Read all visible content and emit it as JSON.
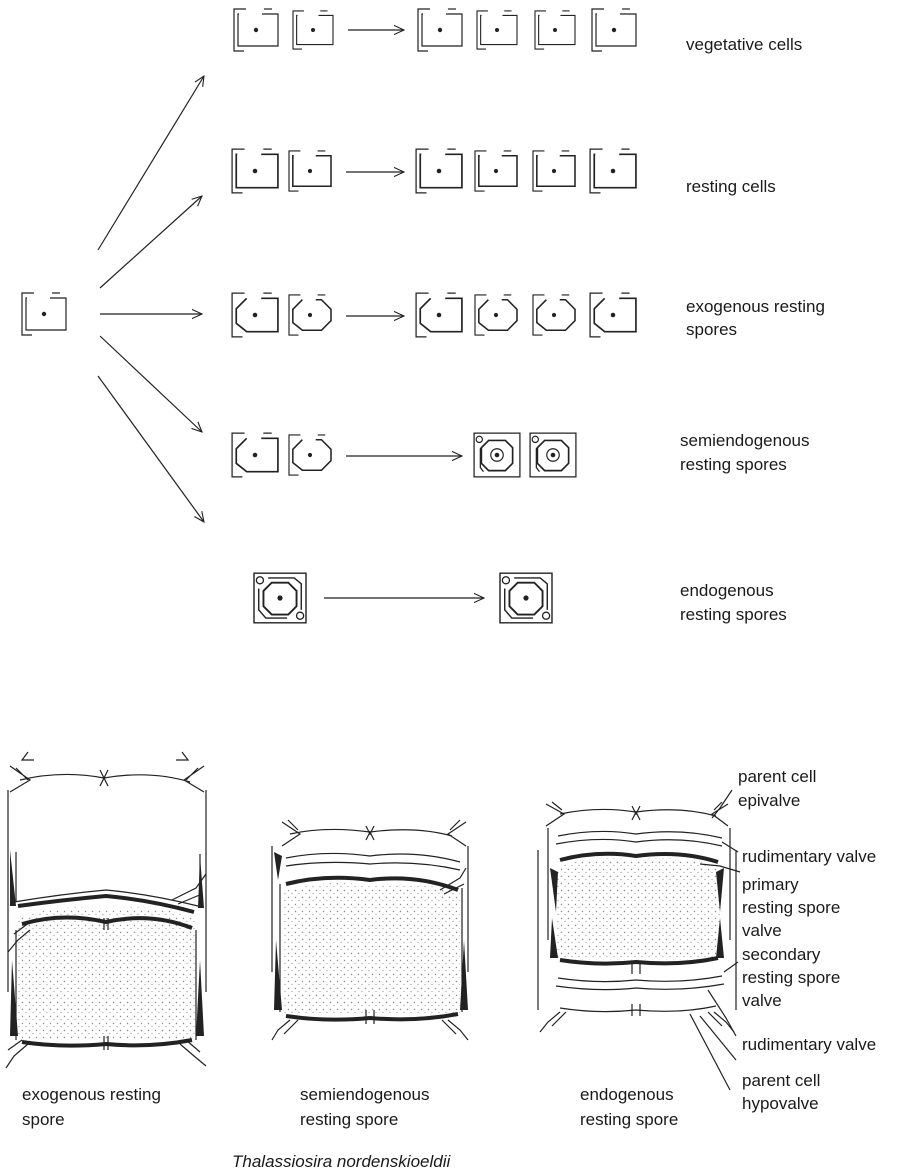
{
  "rows": {
    "vegetative": [
      "vegetative cells"
    ],
    "resting_cells": [
      "resting cells"
    ],
    "exogenous": [
      "exogenous resting",
      "spores"
    ],
    "semiendogenous": [
      "semiendogenous",
      "resting spores"
    ],
    "endogenous": [
      "endogenous",
      "resting spores"
    ]
  },
  "callouts": {
    "parent_epivalve": [
      "parent cell",
      "epivalve"
    ],
    "rudimentary_top": [
      "rudimentary valve"
    ],
    "primary": [
      "primary",
      "resting spore",
      "valve"
    ],
    "secondary": [
      "secondary",
      "resting spore",
      "valve"
    ],
    "rudimentary_bottom": [
      "rudimentary valve"
    ],
    "parent_hypovalve": [
      "parent cell",
      "hypovalve"
    ]
  },
  "captions": {
    "exogenous": [
      "exogenous resting",
      "spore"
    ],
    "semiendogenous": [
      "semiendogenous",
      "resting spore"
    ],
    "endogenous": [
      "endogenous",
      "resting spore"
    ]
  },
  "species": "Thalassiosira nordenskioeldii"
}
